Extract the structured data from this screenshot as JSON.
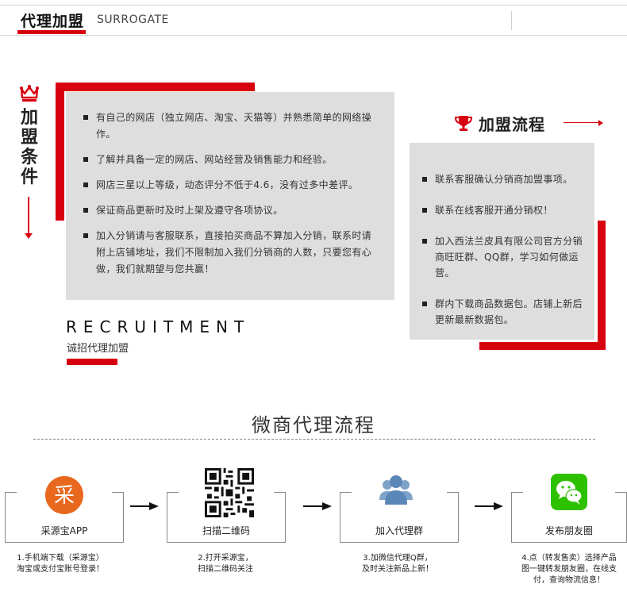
{
  "header": {
    "title": "代理加盟",
    "subtitle": "SURROGATE"
  },
  "conditions": {
    "vertical_title": [
      "加",
      "盟",
      "条",
      "件"
    ],
    "items": [
      "有自己的网店（独立网店、淘宝、天猫等）并熟悉简单的网络操作。",
      "了解并具备一定的网店、网站经营及销售能力和经验。",
      "网店三星以上等级，动态评分不低于4.6，没有过多中差评。",
      "保证商品更新时及时上架及遵守各项协议。",
      "加入分销请与客服联系，直接拍买商品不算加入分销，联系时请附上店铺地址，我们不限制加入我们分销商的人数，只要您有心做，我们就期望与您共赢！"
    ]
  },
  "recruit": {
    "en": "RECRUITMENT",
    "cn": "诚招代理加盟"
  },
  "process": {
    "title": "加盟流程",
    "items": [
      "联系客服确认分销商加盟事项。",
      "联系在线客服开通分销权！",
      "加入西法兰皮具有限公司官方分销商旺旺群、QQ群，学习如何做运营。",
      "群内下载商品数据包。店铺上新后更新最新数据包。"
    ]
  },
  "flow": {
    "title": "微商代理流程",
    "steps": [
      {
        "label": "采源宝APP",
        "icon_char": "采",
        "desc_lines": [
          "1.手机端下载（采源宝）",
          "淘宝或支付宝账号登录！"
        ]
      },
      {
        "label": "扫描二维码",
        "desc_lines": [
          "2.打开采源宝，",
          "扫描二维码关注"
        ]
      },
      {
        "label": "加入代理群",
        "desc_lines": [
          "3.加微信代理Q群，",
          "及时关注新品上新！"
        ]
      },
      {
        "label": "发布朋友圈",
        "desc_lines": [
          "4.点（转发售卖）选择产品",
          "图一键转发朋友圈，在线支",
          "付，查询物流信息！"
        ]
      }
    ]
  },
  "colors": {
    "accent": "#d7000f",
    "panel": "#dedede",
    "app_orange": "#e8681e",
    "wechat_green": "#2dc100",
    "group_blue": "#5b87b8"
  },
  "icons": [
    "crown-icon",
    "trophy-icon",
    "qr-code-icon",
    "group-icon",
    "wechat-icon",
    "arrow-right-icon"
  ]
}
